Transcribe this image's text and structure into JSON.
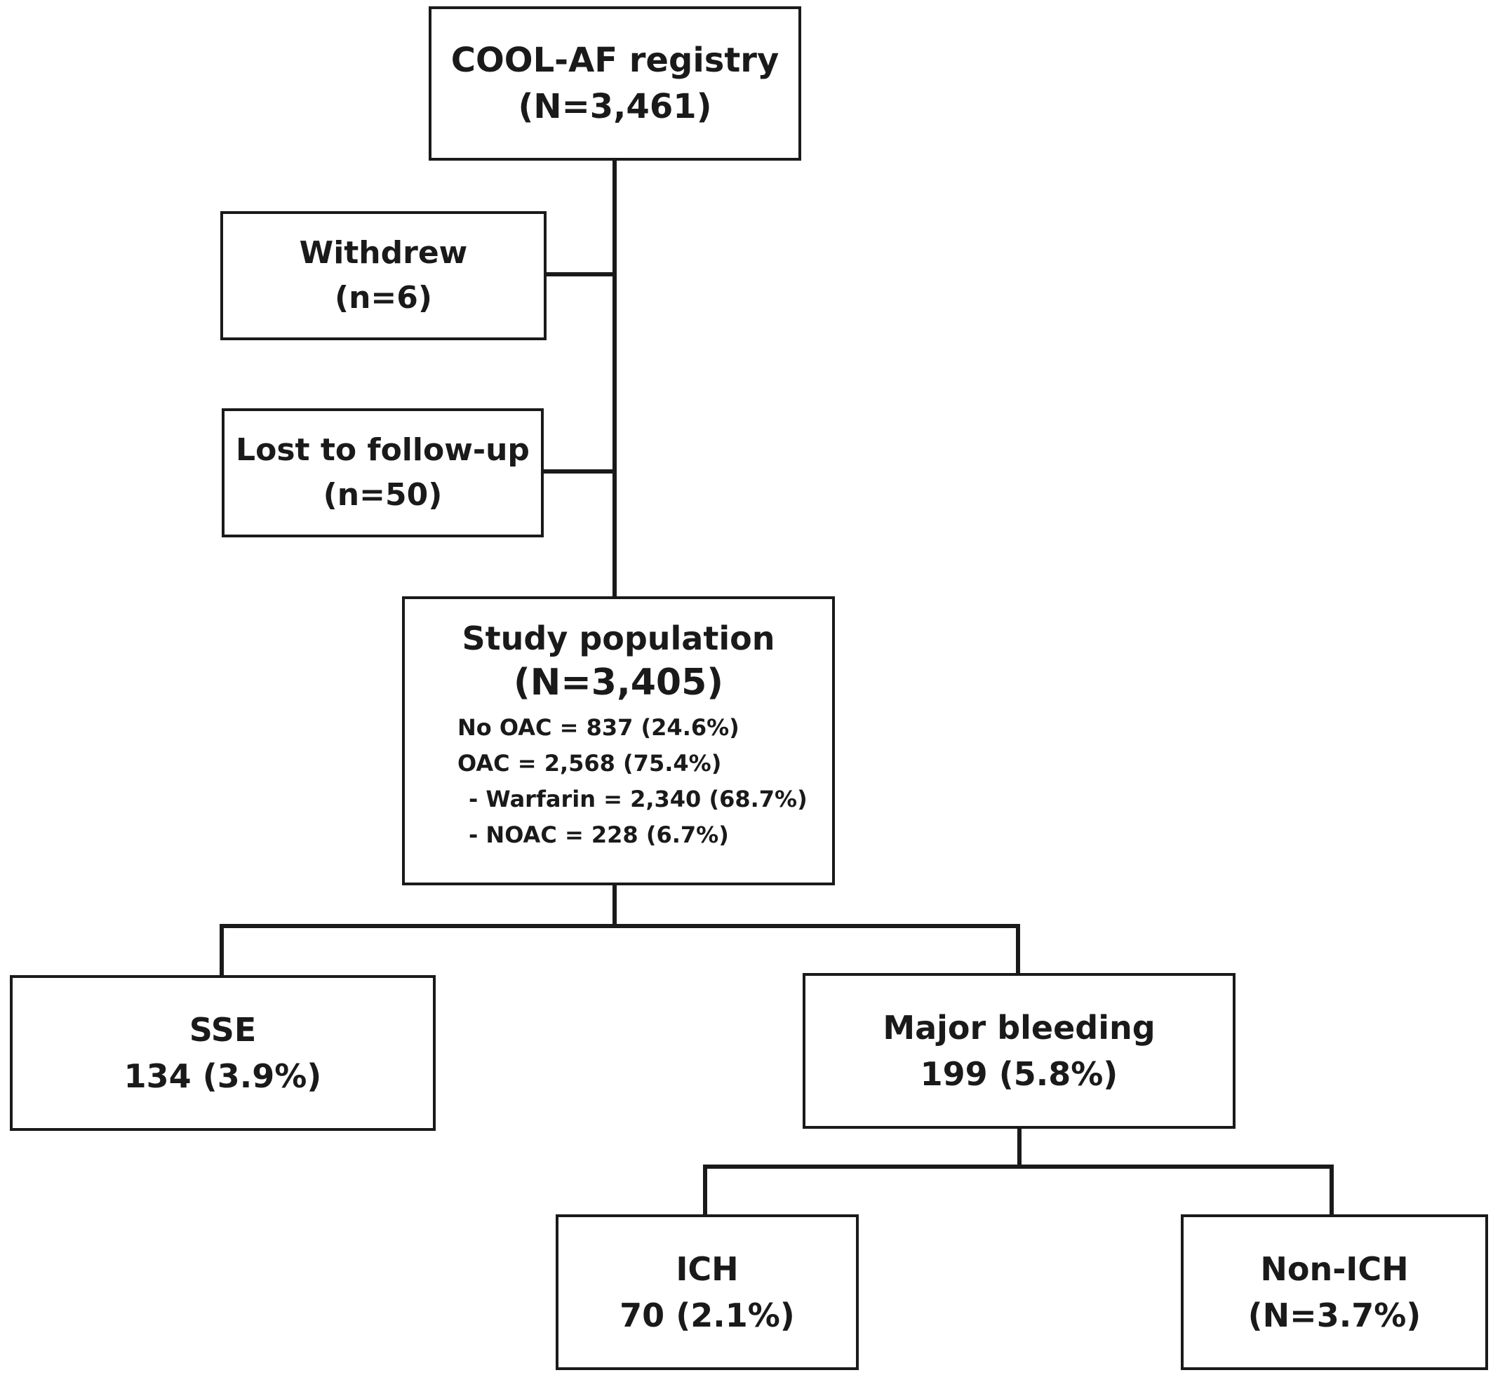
{
  "registry": {
    "title": "COOL-AF registry",
    "count": "(N=3,461)"
  },
  "withdrew": {
    "title": "Withdrew",
    "count": "(n=6)"
  },
  "lost": {
    "title": "Lost to follow-up",
    "count": "(n=50)"
  },
  "study": {
    "title": "Study population",
    "count": "(N=3,405)",
    "lines": [
      "No OAC = 837 (24.6%)",
      "OAC = 2,568 (75.4%)",
      "- Warfarin = 2,340 (68.7%)",
      "- NOAC = 228 (6.7%)"
    ]
  },
  "sse": {
    "title": "SSE",
    "count": "134 (3.9%)"
  },
  "major": {
    "title": "Major bleeding",
    "count": "199 (5.8%)"
  },
  "ich": {
    "title": "ICH",
    "count": "70 (2.1%)"
  },
  "nonich": {
    "title": "Non-ICH",
    "count": "(N=3.7%)"
  }
}
